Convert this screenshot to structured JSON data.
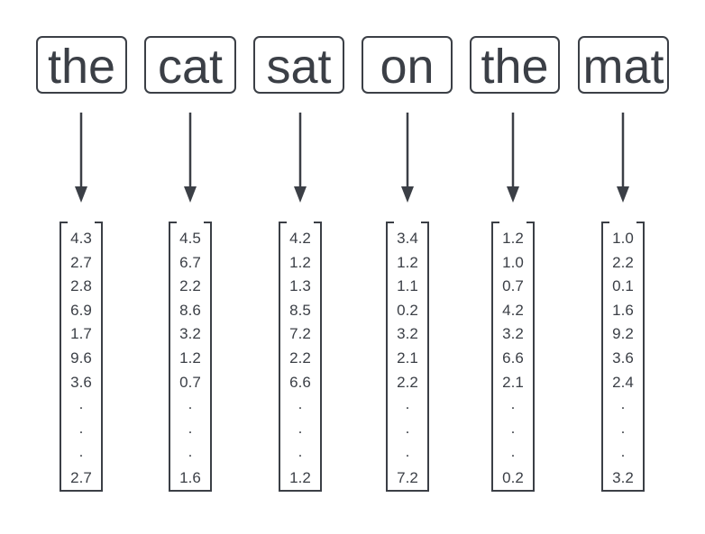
{
  "tokens": [
    {
      "word": "the",
      "values": [
        "4.3",
        "2.7",
        "2.8",
        "6.9",
        "1.7",
        "9.6",
        "3.6"
      ],
      "last": "2.7"
    },
    {
      "word": "cat",
      "values": [
        "4.5",
        "6.7",
        "2.2",
        "8.6",
        "3.2",
        "1.2",
        "0.7"
      ],
      "last": "1.6"
    },
    {
      "word": "sat",
      "values": [
        "4.2",
        "1.2",
        "1.3",
        "8.5",
        "7.2",
        "2.2",
        "6.6"
      ],
      "last": "1.2"
    },
    {
      "word": "on",
      "values": [
        "3.4",
        "1.2",
        "1.1",
        "0.2",
        "3.2",
        "2.1",
        "2.2"
      ],
      "last": "7.2"
    },
    {
      "word": "the",
      "values": [
        "1.2",
        "1.0",
        "0.7",
        "4.2",
        "3.2",
        "6.6",
        "2.1"
      ],
      "last": "0.2"
    },
    {
      "word": "mat",
      "values": [
        "1.0",
        "2.2",
        "0.1",
        "1.6",
        "9.2",
        "3.6",
        "2.4"
      ],
      "last": "3.2"
    }
  ],
  "ellipsis": ".",
  "colors": {
    "stroke": "#3b3f46",
    "background": "#ffffff"
  }
}
